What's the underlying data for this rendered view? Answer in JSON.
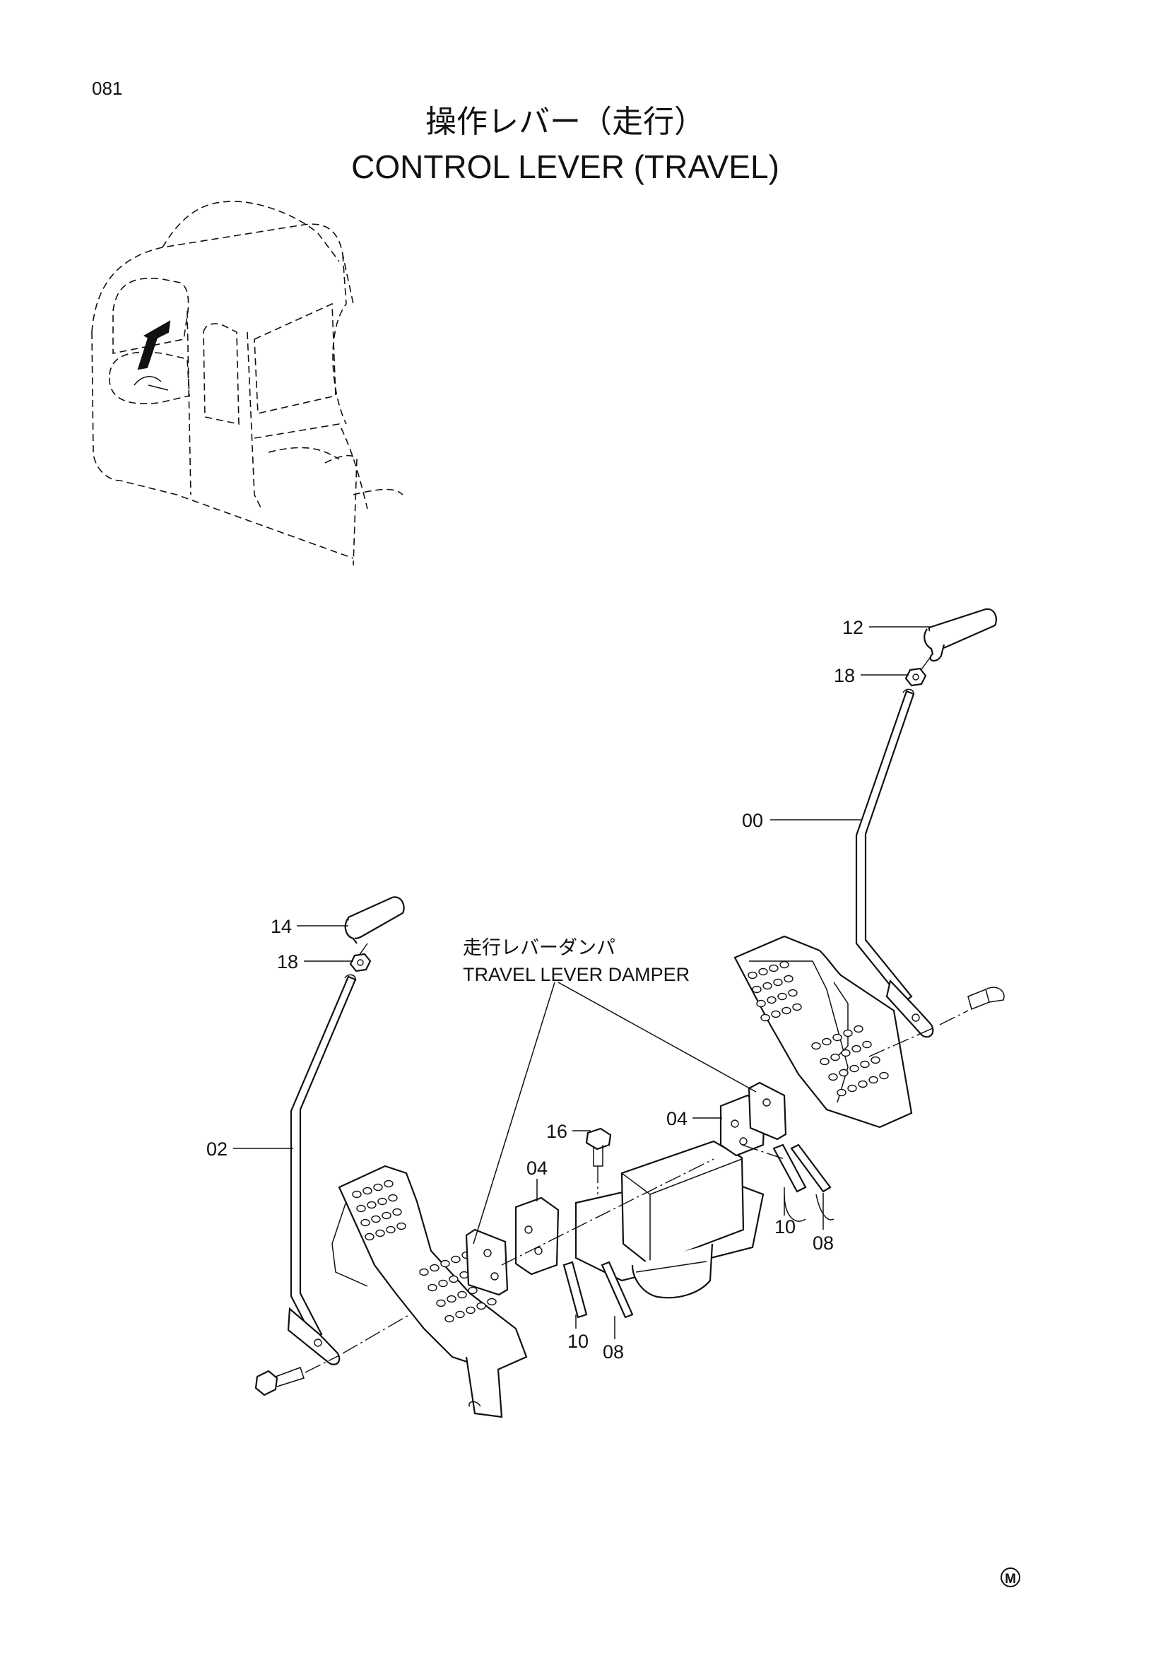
{
  "page": {
    "number": "081",
    "mark": "M"
  },
  "title": {
    "japanese": "操作レバー（走行）",
    "english": "CONTROL LEVER (TRAVEL)"
  },
  "note": {
    "japanese": "走行レバーダンパ",
    "english": "TRAVEL LEVER DAMPER"
  },
  "callouts": [
    {
      "id": "12",
      "part": "right lever knob"
    },
    {
      "id": "18",
      "part": "right lever nut"
    },
    {
      "id": "00",
      "part": "right travel lever"
    },
    {
      "id": "14",
      "part": "left lever knob"
    },
    {
      "id": "18",
      "part": "left lever nut"
    },
    {
      "id": "02",
      "part": "left travel lever"
    },
    {
      "id": "16",
      "part": "damper bolt"
    },
    {
      "id": "04",
      "part": "right damper block"
    },
    {
      "id": "04",
      "part": "left damper block"
    },
    {
      "id": "10",
      "part": "right pin"
    },
    {
      "id": "08",
      "part": "right spring pin"
    },
    {
      "id": "10",
      "part": "left pin"
    },
    {
      "id": "08",
      "part": "left spring pin"
    }
  ]
}
